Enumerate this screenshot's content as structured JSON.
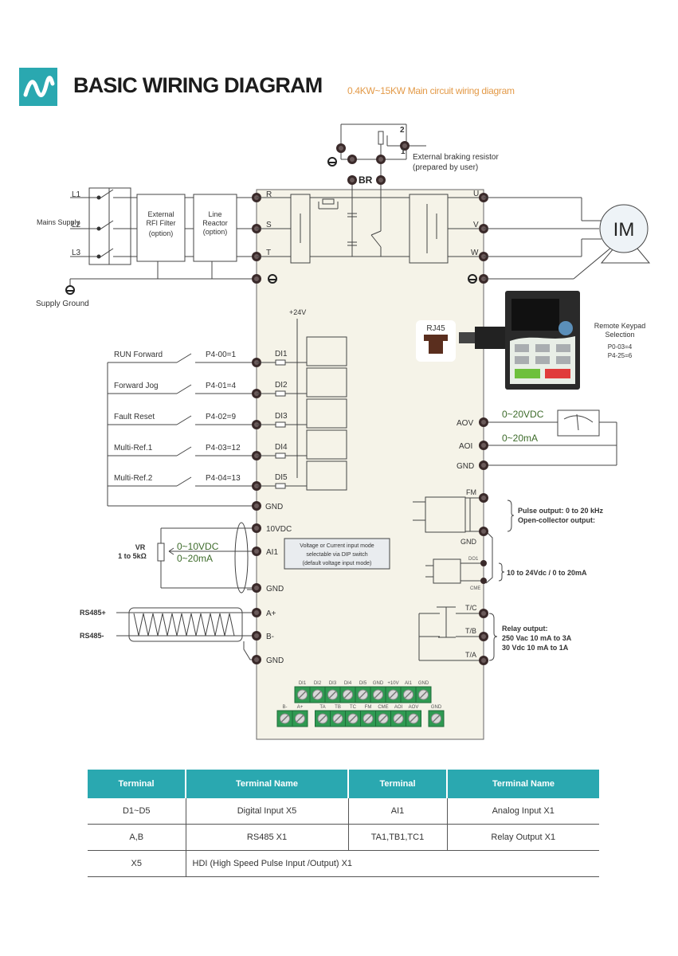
{
  "header": {
    "title": "BASIC WIRING DIAGRAM",
    "subtitle": "0.4KW~15KW Main circuit wiring diagram",
    "logo_icon": "wave-logo-icon",
    "accent_color": "#2aa8b0",
    "subtitle_color": "#e39a48"
  },
  "power": {
    "mains_label": "Mains Supply",
    "lines": [
      "L1",
      "L2",
      "L3"
    ],
    "rfi_filter": [
      "External",
      "RFI Filter",
      "(option)"
    ],
    "line_reactor": [
      "Line",
      "Reactor",
      "(option)"
    ],
    "supply_ground": "Supply Ground",
    "input_terminals": [
      "R",
      "S",
      "T"
    ],
    "output_terminals": [
      "U",
      "V",
      "W"
    ],
    "br_label": "BR",
    "resistor_label_1": "External braking resistor",
    "resistor_label_2": "(prepared by user)",
    "resistor_pins": [
      "2",
      "1"
    ],
    "motor_label": "IM"
  },
  "digital_inputs": {
    "supply_label": "+24V",
    "items": [
      {
        "function": "RUN Forward",
        "param": "P4-00=1",
        "terminal": "DI1"
      },
      {
        "function": "Forward Jog",
        "param": "P4-01=4",
        "terminal": "DI2"
      },
      {
        "function": "Fault Reset",
        "param": "P4-02=9",
        "terminal": "DI3"
      },
      {
        "function": "Multi-Ref.1",
        "param": "P4-03=12",
        "terminal": "DI4"
      },
      {
        "function": "Multi-Ref.2",
        "param": "P4-04=13",
        "terminal": "DI5"
      }
    ],
    "gnd_label": "GND"
  },
  "analog_input": {
    "ref_terminal": "10VDC",
    "ai_terminal": "AI1",
    "gnd_terminal": "GND",
    "vr_label": "VR",
    "vr_range": "1 to 5kΩ",
    "signal_1": "0~10VDC",
    "signal_2": "0~20mA",
    "note": [
      "Voltage or Current input mode",
      "selectable via DIP switch",
      "(default voltage input mode)"
    ]
  },
  "rs485": {
    "plus_label": "RS485+",
    "minus_label": "RS485-",
    "terminals": [
      "A+",
      "B-",
      "GND"
    ]
  },
  "keypad": {
    "rj45_label": "RJ45",
    "title_1": "Remote Keypad",
    "title_2": "Selection",
    "param_1": "P0-03=4",
    "param_2": "P4-25=6"
  },
  "analog_output": {
    "terminals": [
      "AOV",
      "AOI",
      "GND"
    ],
    "voltage_label": "0~20VDC",
    "current_label": "0~20mA"
  },
  "pulse_output": {
    "terminals": [
      "FM",
      "GND"
    ],
    "desc_1": "Pulse output: 0 to 20 kHz",
    "desc_2": "Open-collector output:"
  },
  "do_output": {
    "terminals": [
      "DO1",
      "CME"
    ],
    "desc": "10 to 24Vdc / 0 to 20mA"
  },
  "relay_output": {
    "terminals": [
      "T/C",
      "T/B",
      "T/A"
    ],
    "desc_1": "Relay output:",
    "desc_2": "250 Vac 10 mA to 3A",
    "desc_3": "30 Vdc 10 mA to 1A"
  },
  "terminal_block": {
    "top_row": [
      "DI1",
      "DI2",
      "DI3",
      "DI4",
      "DI5",
      "GND",
      "+10V",
      "AI1",
      "GND"
    ],
    "bottom_row": [
      "B-",
      "A+",
      "TA",
      "TB",
      "TC",
      "FM",
      "CME",
      "AOI",
      "AOV",
      "GND"
    ],
    "color": "#2f9a52"
  },
  "table": {
    "headers": [
      "Terminal",
      "Terminal Name",
      "Terminal",
      "Terminal Name"
    ],
    "rows": [
      [
        "D1~D5",
        "Digital Input X5",
        "AI1",
        "Analog Input X1"
      ],
      [
        "A,B",
        "RS485 X1",
        "TA1,TB1,TC1",
        "Relay Output X1"
      ]
    ],
    "last_row": [
      "X5",
      "HDI (High Speed Pulse Input /Output) X1"
    ]
  }
}
